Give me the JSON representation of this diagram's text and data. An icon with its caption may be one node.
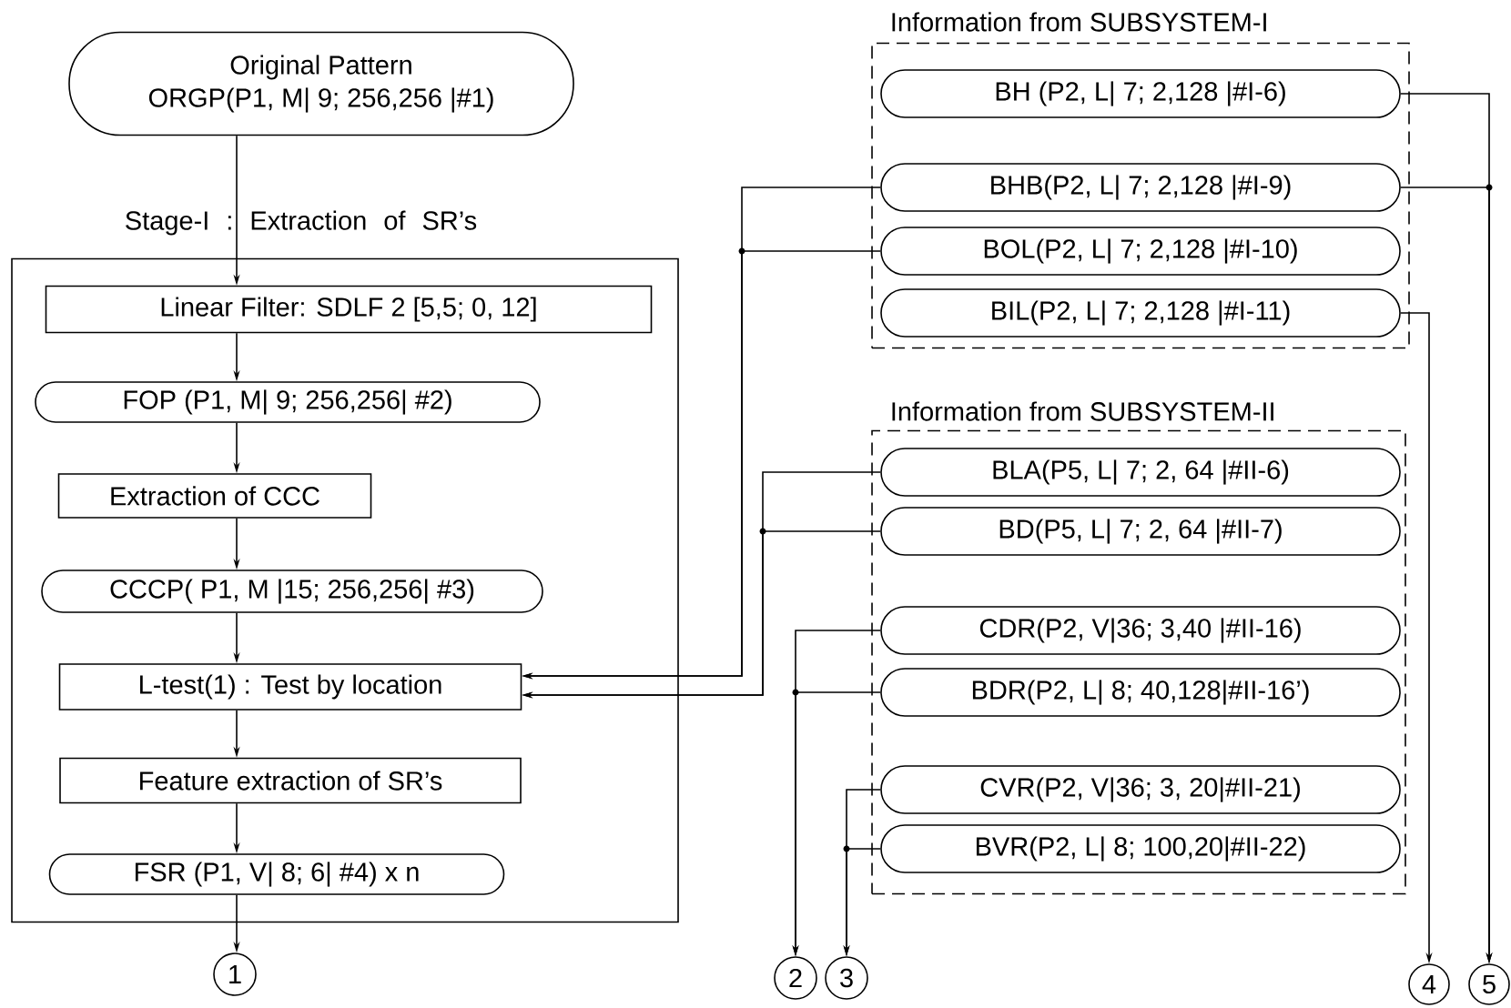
{
  "diagram": {
    "nodes": [
      {
        "text": [
          "Original Pattern",
          "ORGP(P1, M| 9; 256,256 |#1)"
        ]
      },
      {
        "text": [
          "Stage-I : Extraction of SR’s"
        ]
      },
      {
        "text": [
          "Linear Filter: SDLF 2 [5,5; 0, 12]"
        ],
        "in": 1
      },
      {
        "text": [
          "FOP (P1, M| 9; 256,256| #2)"
        ],
        "in": 1
      },
      {
        "text": [
          "Extraction of CCC"
        ],
        "in": 1
      },
      {
        "text": [
          "CCCP( P1, M |15; 256,256| #3)"
        ],
        "in": 1
      },
      {
        "text": [
          "L-test(1) : Test by location"
        ],
        "in": 1
      },
      {
        "text": [
          "Feature extraction of SR’s"
        ],
        "in": 1
      },
      {
        "text": [
          "FSR (P1, V| 8; 6| #4) x n"
        ],
        "in": 1
      },
      {
        "text": [
          "1"
        ]
      },
      {
        "text": [
          "Information from SUBSYSTEM-I"
        ]
      },
      {
        "text": [
          "BH (P2, L| 7; 2,128 |#I-6)"
        ],
        "in": 10
      },
      {
        "text": [
          "BHB(P2, L| 7; 2,128 |#I-9)"
        ],
        "in": 10
      },
      {
        "text": [
          "BOL(P2, L| 7; 2,128 |#I-10)"
        ],
        "in": 10
      },
      {
        "text": [
          "BIL(P2, L| 7; 2,128 |#I-11)"
        ],
        "in": 10
      },
      {
        "text": [
          "Information from SUBSYSTEM-II"
        ]
      },
      {
        "text": [
          "BLA(P5, L| 7; 2, 64 |#II-6)"
        ],
        "in": 15
      },
      {
        "text": [
          "BD(P5, L| 7; 2, 64 |#II-7)"
        ],
        "in": 15
      },
      {
        "text": [
          "CDR(P2, V|36; 3,40 |#II-16)"
        ],
        "in": 15
      },
      {
        "text": [
          "BDR(P2, L| 8; 40,128|#II-16’)"
        ],
        "in": 15
      },
      {
        "text": [
          "CVR(P2, V|36; 3, 20|#II-21)"
        ],
        "in": 15
      },
      {
        "text": [
          "BVR(P2, L| 8; 100,20|#II-22)"
        ],
        "in": 15
      },
      {
        "text": [
          "2"
        ]
      },
      {
        "text": [
          "3"
        ]
      },
      {
        "text": [
          "4"
        ]
      },
      {
        "text": [
          "5"
        ]
      }
    ],
    "edges": [
      {
        "from": 0,
        "to": 2,
        "arrow": "to"
      },
      {
        "from": 2,
        "to": 3,
        "arrow": "to"
      },
      {
        "from": 3,
        "to": 4,
        "arrow": "to"
      },
      {
        "from": 4,
        "to": 5,
        "arrow": "to"
      },
      {
        "from": 5,
        "to": 6,
        "arrow": "to"
      },
      {
        "from": 6,
        "to": 7,
        "arrow": "to"
      },
      {
        "from": 7,
        "to": 8,
        "arrow": "to"
      },
      {
        "from": 8,
        "to": 9,
        "arrow": "to"
      },
      {
        "from": 12,
        "to": 6,
        "arrow": "to"
      },
      {
        "from": 13,
        "to": 6,
        "arrow": "to"
      },
      {
        "from": 16,
        "to": 6,
        "arrow": "to"
      },
      {
        "from": 17,
        "to": 6,
        "arrow": "to"
      },
      {
        "from": 18,
        "to": 22,
        "arrow": "to"
      },
      {
        "from": 19,
        "to": 22,
        "arrow": "to"
      },
      {
        "from": 20,
        "to": 23,
        "arrow": "to"
      },
      {
        "from": 21,
        "to": 23,
        "arrow": "to"
      },
      {
        "from": 14,
        "to": 24,
        "arrow": "to"
      },
      {
        "from": 11,
        "to": 25,
        "arrow": "to"
      },
      {
        "from": 12,
        "to": 25,
        "arrow": "to"
      }
    ]
  }
}
